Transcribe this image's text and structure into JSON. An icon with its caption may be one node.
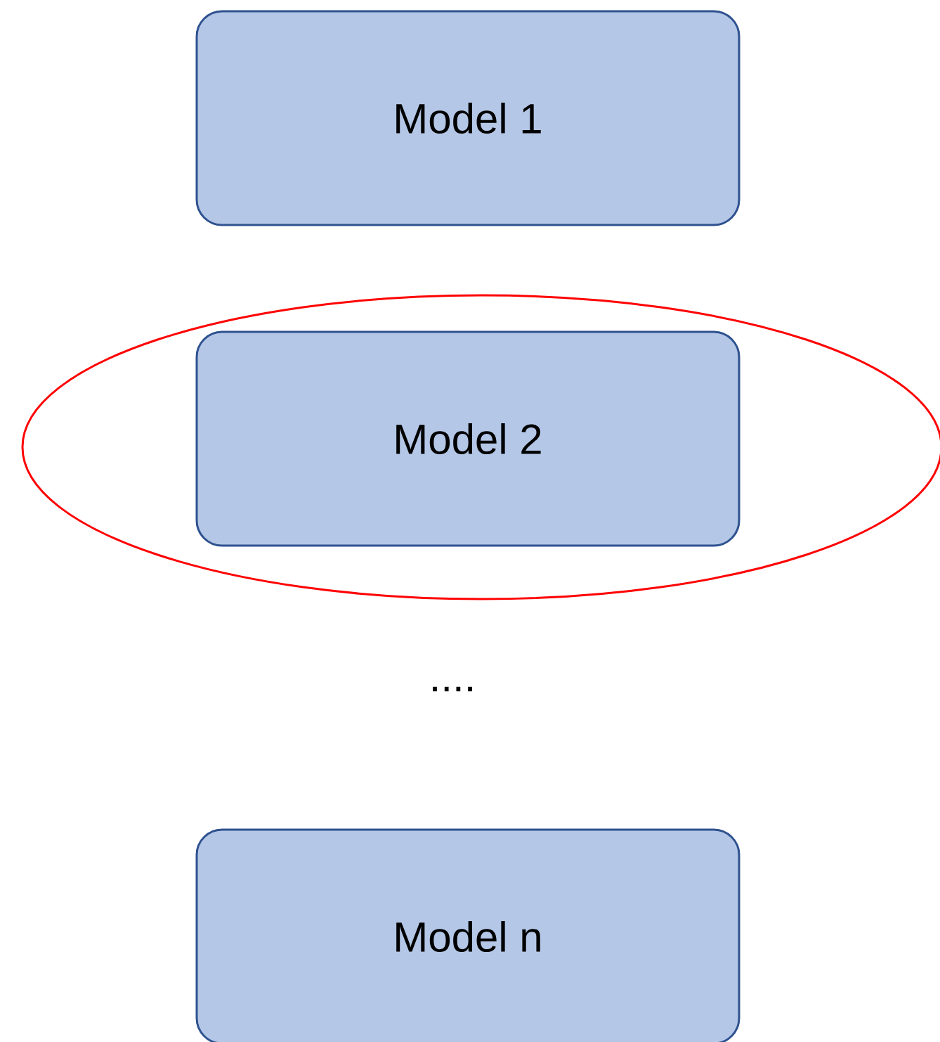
{
  "diagram": {
    "nodes": [
      {
        "text": [
          "Model 1"
        ]
      },
      {
        "text": [],
        "shape": "ellipse"
      },
      {
        "text": [
          "Model 2"
        ],
        "in": 1
      },
      {
        "text": [
          "Model n"
        ]
      }
    ],
    "labels": [
      "...."
    ]
  }
}
